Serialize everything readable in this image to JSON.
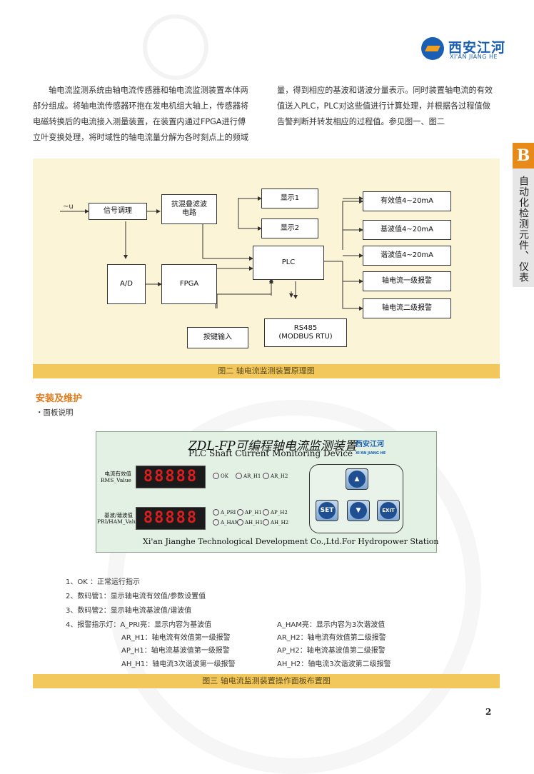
{
  "brand": {
    "name_cn": "西安江河",
    "name_en": "XI'AN JIANG HE"
  },
  "intro": {
    "col1": [
      "轴电流监测系统由轴电流传感器和轴电流监测装置本体两",
      "部分组成。将轴电流传感器环抱在发电机组大轴上，传感器将",
      "电磁转换后的电流接入测量装置，在装置内通过FPGA进行傅",
      "立叶变换处理，将时域性的轴电流量分解为各时刻点上的频域"
    ],
    "col2": [
      "量，得到相应的基波和谐波分量表示。同时装置轴电流的有效",
      "值送入PLC，PLC对这些值进行计算处理，并根据各过程值做",
      "告警判断并转发相应的过程值。参见图一、图二"
    ]
  },
  "side_tab": {
    "letter": "B",
    "label": "自动化检测元件、仪表"
  },
  "diagram": {
    "input_label": "~u",
    "signal": "信号调理",
    "filter": "抗混叠滤波电路",
    "display1": "显示1",
    "display2": "显示2",
    "plc": "PLC",
    "ad": "A/D",
    "fpga": "FPGA",
    "keys": "按键输入",
    "rs485_l1": "RS485",
    "rs485_l2": "(MODBUS RTU)",
    "outputs": [
      "有效值4~20mA",
      "基波值4~20mA",
      "谐波值4~20mA",
      "轴电流一级报警",
      "轴电流二级报警"
    ],
    "caption": "图二   轴电流监测装置原理图"
  },
  "section": {
    "title": "安装及维护",
    "subtitle": "・面板说明"
  },
  "device": {
    "title1": "ZDL-FP可编程轴电流监测装置",
    "title2": "PLC Shaft Current Monitoring Device",
    "logo_cn": "西安江河",
    "logo_en": "XI'AN JIANG HE",
    "row1_label_l1": "电流有效值",
    "row1_label_l2": "RMS_Value",
    "row2_label_l1": "基波/谐波值",
    "row2_label_l2": "PRI/HAM_Value",
    "digits1": "88888",
    "digits2": "88888",
    "ind_row1": [
      "OK",
      "AR_H1",
      "AR_H2"
    ],
    "ind_row2a": [
      "A_PRI",
      "AP_H1",
      "AP_H2"
    ],
    "ind_row2b": [
      "A_HAM",
      "AH_H1",
      "AH_H2"
    ],
    "key_set": "SET",
    "key_exit": "EXIT",
    "footer": "Xi'an Jianghe Technological Development Co.,Ltd.For Hydropower Station"
  },
  "legend": {
    "l1": "1、OK ：正常运行指示",
    "l2": "2、数码管1：显示轴电流有效值/参数设置值",
    "l3": "3、数码管2：显示轴电流基波值/谐波值",
    "l4a": "4、报警指示灯：A_PRI亮：显示内容为基波值",
    "l4b": "A_HAM亮：显示内容为3次谐波值",
    "l5a": "AR_H1：轴电流有效值第一级报警",
    "l5b": "AR_H2：轴电流有效值第二级报警",
    "l6a": "AP_H1：轴电流基波值第一级报警",
    "l6b": "AP_H2：轴电流基波值第二级报警",
    "l7a": "AH_H1：轴电流3次谐波第一级报警",
    "l7b": "AH_H2：轴电流3次谐波第二级报警",
    "caption": "图三   轴电流监测装置操作面板布置图"
  },
  "page_number": "2"
}
